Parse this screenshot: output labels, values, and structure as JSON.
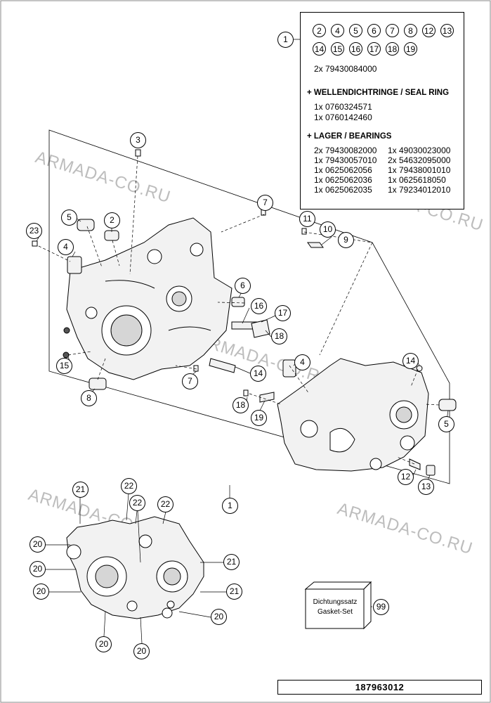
{
  "watermark": "ARMADA-CO.RU",
  "legend": {
    "main_ref": "1",
    "included_refs": [
      "2",
      "4",
      "5",
      "6",
      "7",
      "8",
      "12",
      "13",
      "14",
      "15",
      "16",
      "17",
      "18",
      "19"
    ],
    "qty_main_line": "2x 79430084000",
    "seal_ring_heading": "+ WELLENDICHTRINGE /  SEAL RING",
    "seal_ring_lines": [
      "1x 0760324571",
      "1x 0760142460"
    ],
    "bearings_heading": "+ LAGER / BEARINGS",
    "bearings_left": [
      "2x 79430082000",
      "1x 79430057010",
      "1x 0625062056",
      "1x 0625062036",
      "1x 0625062035"
    ],
    "bearings_right": [
      "1x 49030023000",
      "2x 54632095000",
      "1x 79438001010",
      "1x 0625618050",
      "1x 79234012010"
    ]
  },
  "callouts": {
    "c1a": "1",
    "c1b": "1",
    "c2": "2",
    "c3": "3",
    "c4a": "4",
    "c4b": "4",
    "c5a": "5",
    "c5b": "5",
    "c6": "6",
    "c7a": "7",
    "c7b": "7",
    "c8": "8",
    "c9": "9",
    "c10": "10",
    "c11": "11",
    "c12": "12",
    "c13": "13",
    "c14a": "14",
    "c14b": "14",
    "c15": "15",
    "c16": "16",
    "c17": "17",
    "c18a": "18",
    "c18b": "18",
    "c19": "19",
    "c23": "23",
    "c99": "99",
    "c20a": "20",
    "c20b": "20",
    "c20c": "20",
    "c20d": "20",
    "c20e": "20",
    "c20f": "20",
    "c21a": "21",
    "c21b": "21",
    "c21c": "21",
    "c22a": "22",
    "c22b": "22",
    "c22c": "22"
  },
  "gasket_set": {
    "line1": "Dichtungssatz",
    "line2": "Gasket-Set"
  },
  "document_number": "187963012",
  "colors": {
    "line": "#000000",
    "watermark": "#bdbdbd",
    "part_fill": "#f2f2f2",
    "part_shade": "#d6d6d6"
  }
}
